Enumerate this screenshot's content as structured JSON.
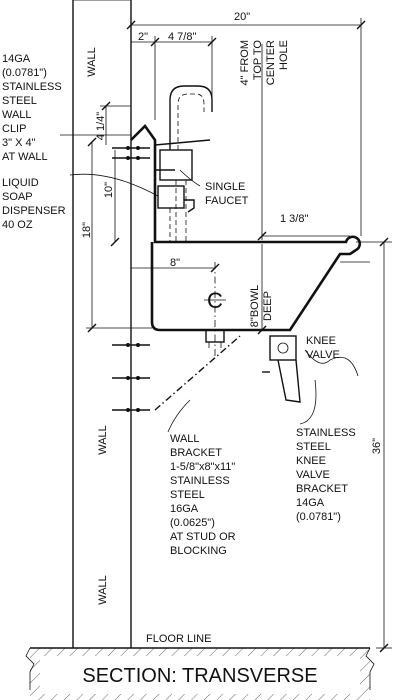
{
  "labels": {
    "wall_top": "WALL",
    "wall_mid": "WALL",
    "wall_bottom": "WALL",
    "clip": [
      "14GA",
      "(0.0781\")",
      "STAINLESS",
      "STEEL",
      "WALL",
      "CLIP",
      "3\" X 4\"",
      "AT WALL"
    ],
    "soap": [
      "LIQUID",
      "SOAP",
      "DISPENSER",
      "40 OZ"
    ],
    "faucet": [
      "SINGLE",
      "FAUCET"
    ],
    "from_top": [
      "4\" FROM",
      "TOP TO",
      "CENTER",
      "HOLE"
    ],
    "bowl_deep": [
      "8\"BOWL",
      "DEEP"
    ],
    "knee_valve": [
      "KNEE",
      "VALVE"
    ],
    "wall_bracket": [
      "WALL",
      "BRACKET",
      "1-5/8\"x8\"x11\"",
      "STAINLESS",
      "STEEL",
      "16GA",
      "(0.0625\")",
      "AT STUD OR",
      "BLOCKING"
    ],
    "knee_bracket": [
      "STAINLESS",
      "STEEL",
      "KNEE",
      "VALVE",
      "BRACKET",
      "14GA",
      "(0.0781\")"
    ],
    "floor_line": "FLOOR LINE",
    "section_title": "SECTION: TRANSVERSE",
    "centerline": "C"
  },
  "dimensions": {
    "overall_depth": "20\"",
    "setback": "2\"",
    "faucet_reach": "4 7/8\"",
    "clip_height": "4 1/4\"",
    "soap_height": "10\"",
    "back_height": "18\"",
    "rim": "1 3/8\"",
    "bowl_center": "8\"",
    "rim_height": "36\""
  }
}
